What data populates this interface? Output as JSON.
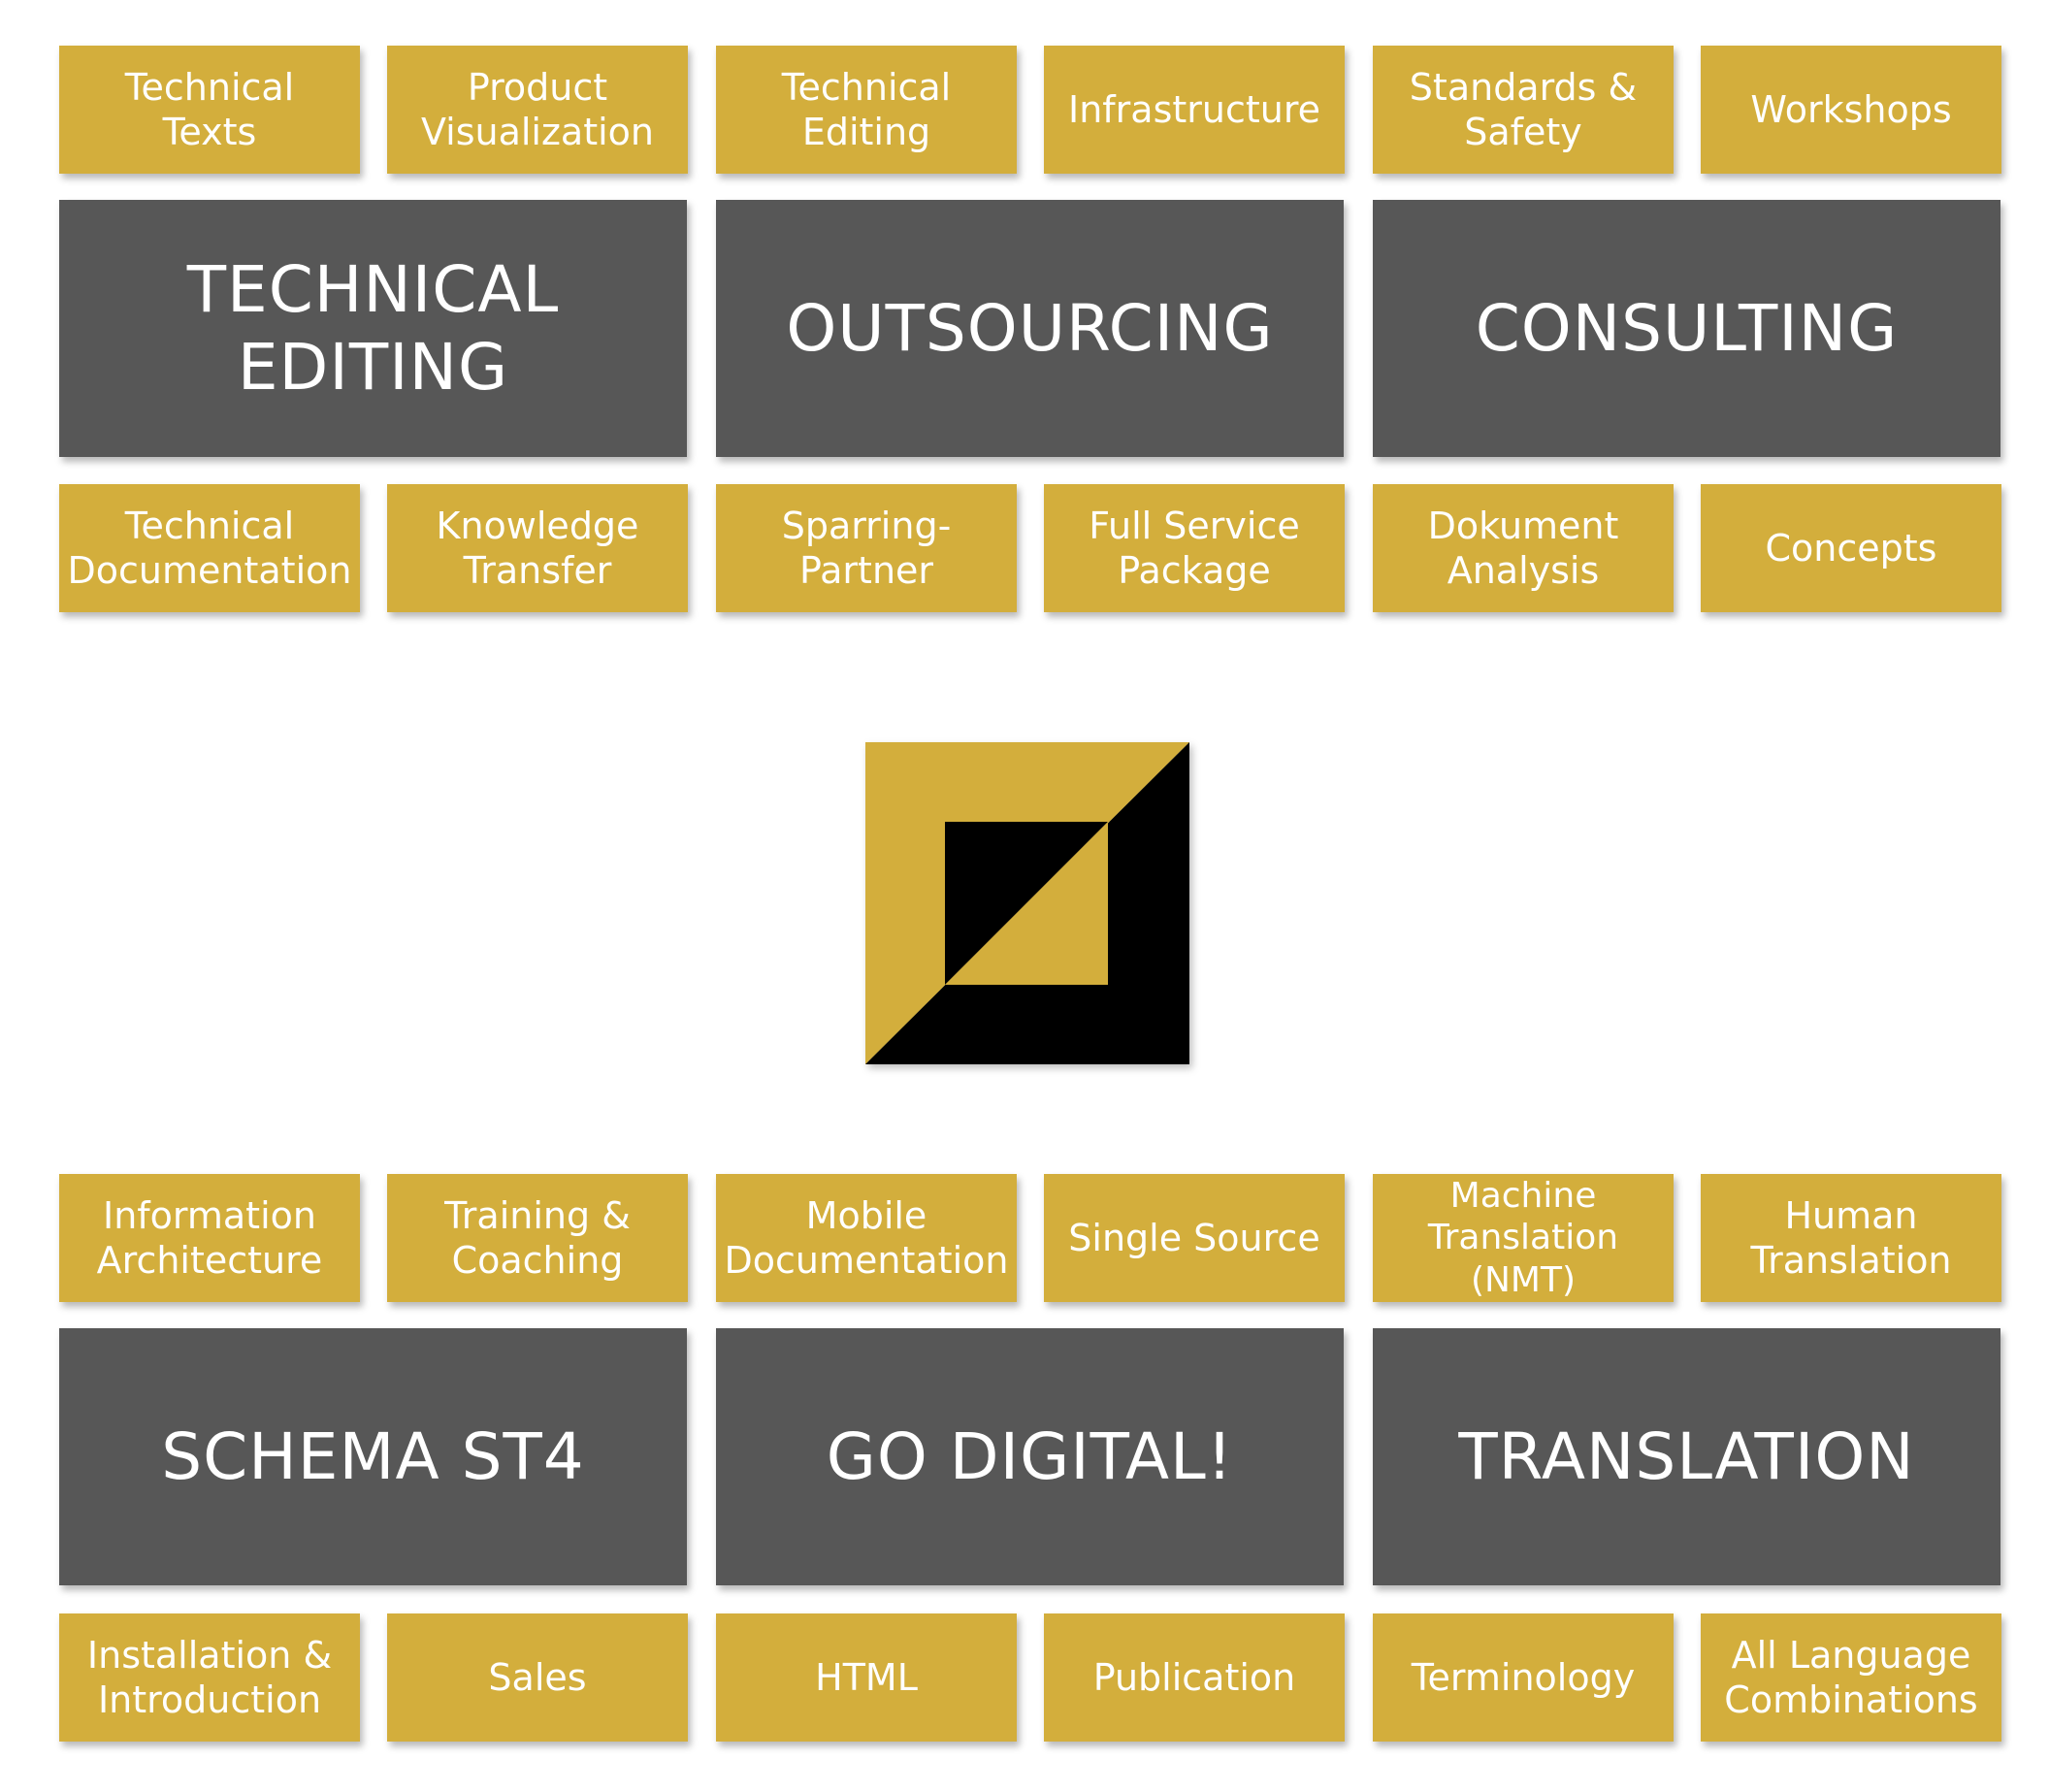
{
  "colors": {
    "gold": "#d3ae3c",
    "dark_gray": "#575757",
    "logo_black": "#000000",
    "text": "#ffffff",
    "background": "#ffffff"
  },
  "top_group": {
    "upper_tiles": [
      "Technical\nTexts",
      "Product\nVisualization",
      "Technical\nEditing",
      "Infrastructure",
      "Standards &\nSafety",
      "Workshops"
    ],
    "main_tiles": [
      "TECHNICAL\nEDITING",
      "OUTSOURCING",
      "CONSULTING"
    ],
    "lower_tiles": [
      "Technical\nDocumentation",
      "Knowledge\nTransfer",
      "Sparring-\nPartner",
      "Full Service\nPackage",
      "Dokument\nAnalysis",
      "Concepts"
    ]
  },
  "logo": {
    "icon": "company-logo-icon"
  },
  "bottom_group": {
    "upper_tiles": [
      "Information\nArchitecture",
      "Training &\nCoaching",
      "Mobile\nDocumentation",
      "Single Source",
      "Machine\nTranslation\n(NMT)",
      "Human\nTranslation"
    ],
    "main_tiles": [
      "SCHEMA ST4",
      "GO DIGITAL!",
      "TRANSLATION"
    ],
    "lower_tiles": [
      "Installation &\nIntroduction",
      "Sales",
      "HTML",
      "Publication",
      "Terminology",
      "All Language\nCombinations"
    ]
  }
}
